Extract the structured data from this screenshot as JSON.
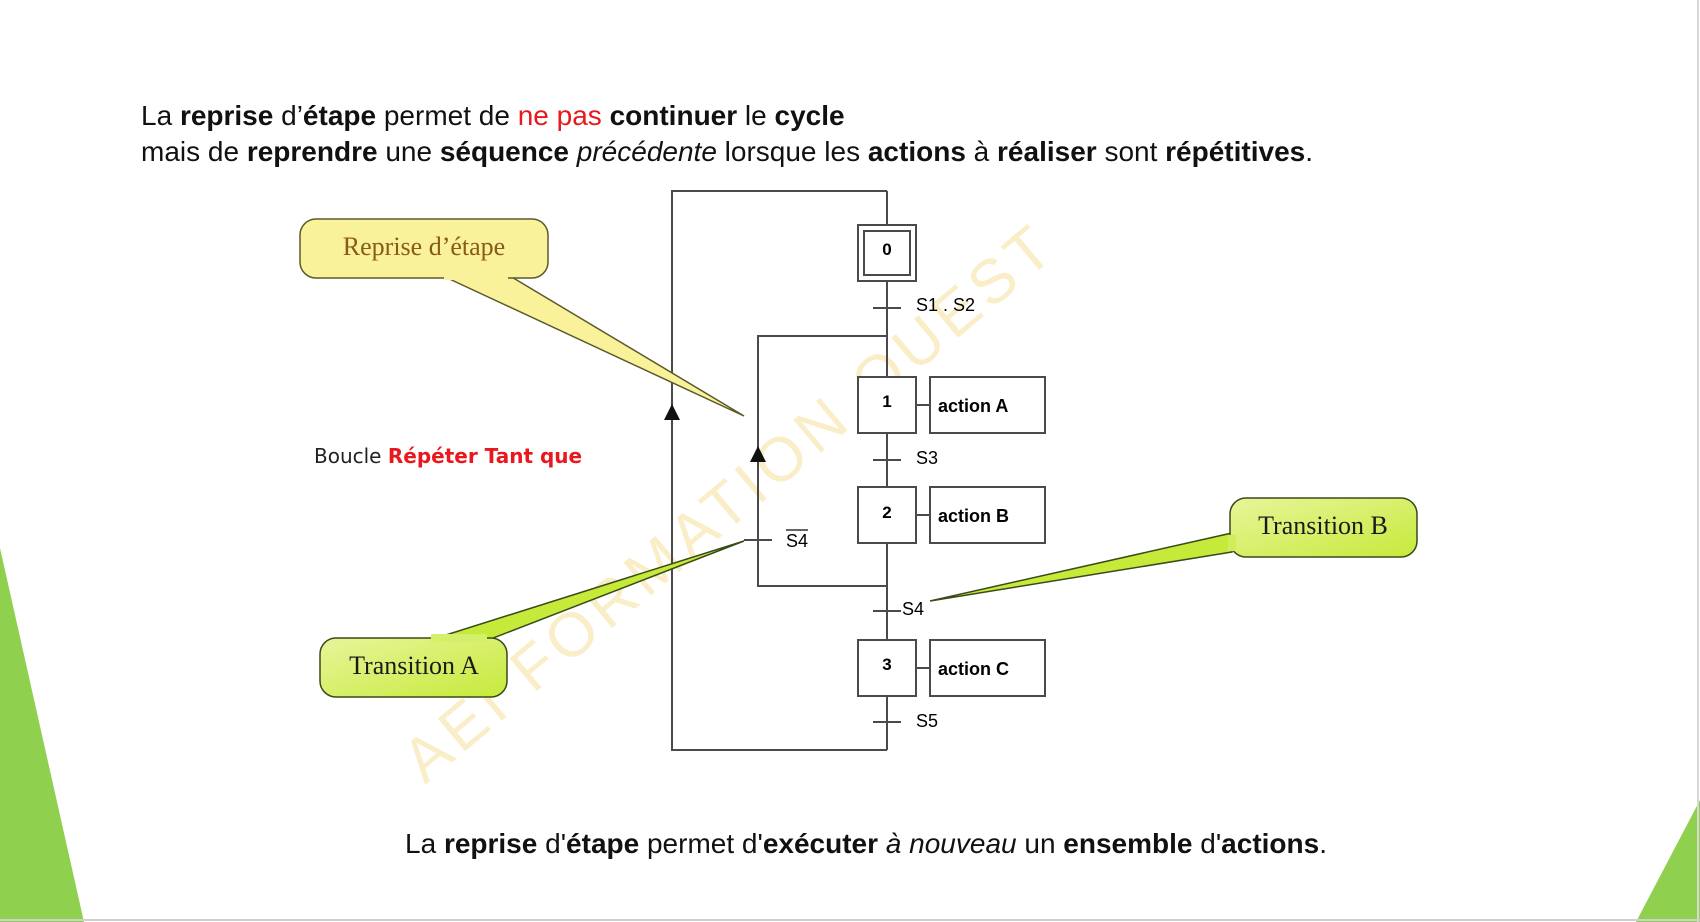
{
  "intro": {
    "line1": [
      "La ",
      "reprise",
      " d’",
      "étape",
      " permet de ",
      "ne pas",
      " ",
      "continuer",
      " le ",
      "cycle"
    ],
    "line2": [
      "mais de ",
      "reprendre",
      " une ",
      "séquence",
      " ",
      "précédente",
      " lorsque les ",
      "actions",
      " à ",
      "réaliser",
      " sont ",
      "répétitives",
      "."
    ]
  },
  "callouts": {
    "reprise": "Reprise d’étape",
    "transition_a": "Transition A",
    "transition_b": "Transition B"
  },
  "loop_label": {
    "prefix": "Boucle ",
    "keyword": "Répéter Tant que"
  },
  "grafcet": {
    "steps": [
      {
        "number": "0",
        "action": ""
      },
      {
        "number": "1",
        "action": "action A"
      },
      {
        "number": "2",
        "action": "action B"
      },
      {
        "number": "3",
        "action": "action C"
      }
    ],
    "transitions": {
      "t0": "S1 . S2",
      "t1": "S3",
      "t_loop": "S4",
      "t2": "S4",
      "t3": "S5"
    }
  },
  "watermark": "AEI FORMATION OUEST",
  "bottom": [
    "La ",
    "reprise",
    " d'",
    "étape",
    " permet d'",
    "exécuter",
    " ",
    "à nouveau",
    " un ",
    "ensemble",
    " d'",
    "actions",
    "."
  ],
  "colors": {
    "callout_fill": "#f9f29a",
    "callout_text": "#8a5a1a",
    "highlight_red": "#e8191e",
    "slide_accent_green": "#8fd14f",
    "diagram_line": "#4a4a4a"
  }
}
